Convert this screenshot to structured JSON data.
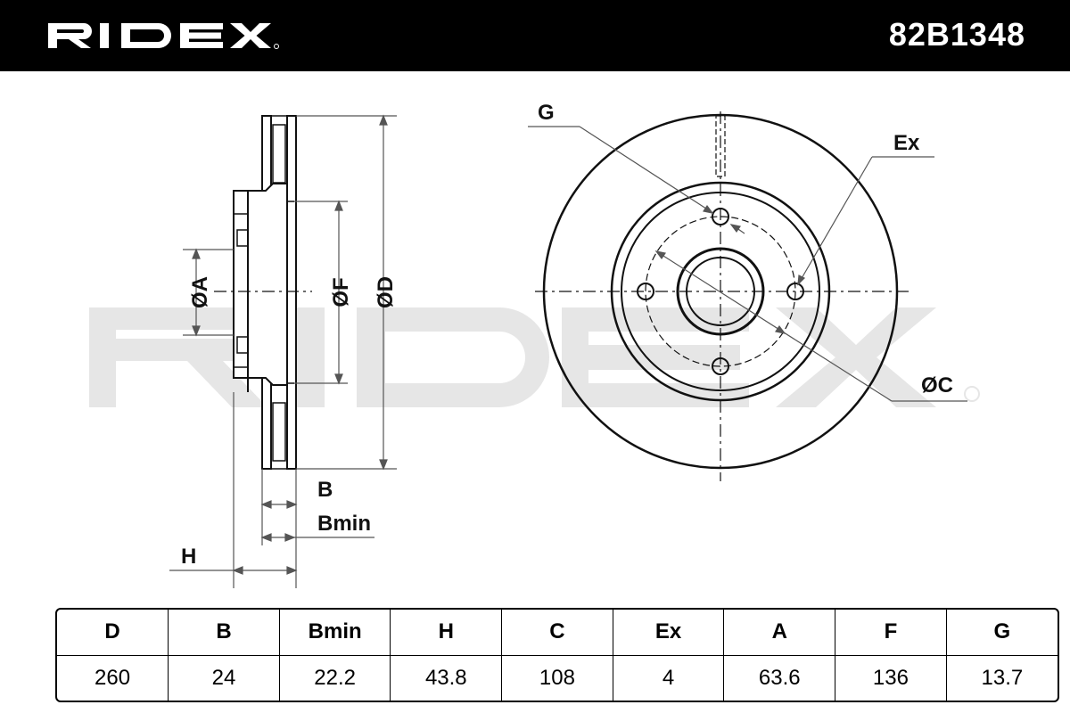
{
  "header": {
    "brand": "RIDEX",
    "part_number": "82B1348"
  },
  "labels": {
    "dia_a": "ØA",
    "dia_f": "ØF",
    "dia_d": "ØD",
    "b": "B",
    "bmin": "Bmin",
    "h": "H",
    "g": "G",
    "ex": "Ex",
    "dia_c": "ØC"
  },
  "watermark": "RIDEX",
  "table": {
    "headers": [
      "D",
      "B",
      "Bmin",
      "H",
      "C",
      "Ex",
      "A",
      "F",
      "G"
    ],
    "values": [
      "260",
      "24",
      "22.2",
      "43.8",
      "108",
      "4",
      "63.6",
      "136",
      "13.7"
    ]
  }
}
